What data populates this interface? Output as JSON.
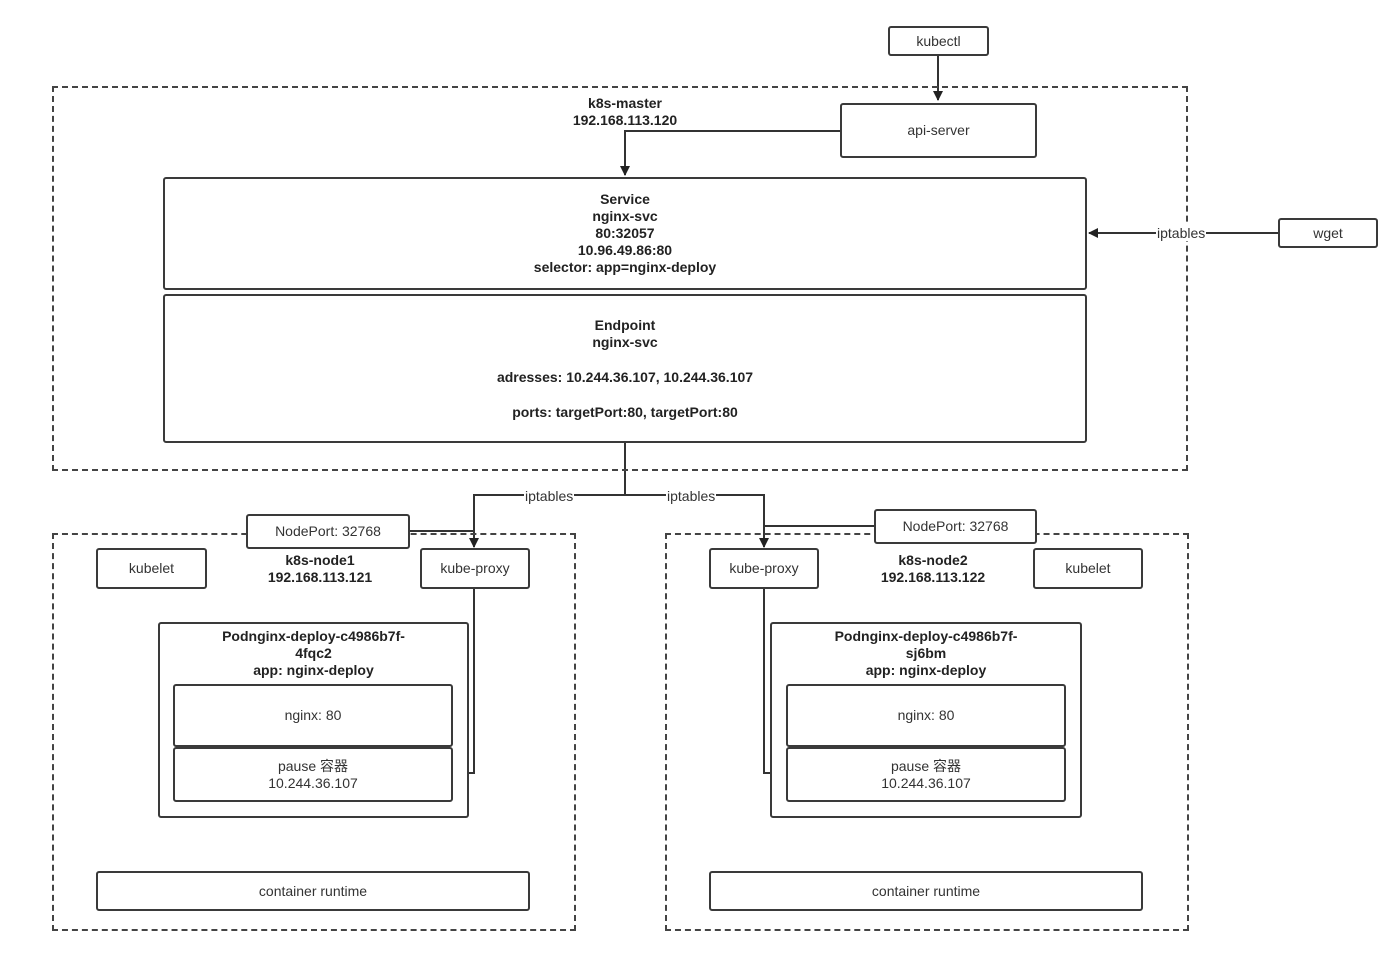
{
  "kubectl": "kubectl",
  "wget": "wget",
  "master": {
    "name": "k8s-master",
    "ip": "192.168.113.120",
    "api_server": "api-server",
    "service": {
      "title": "Service",
      "name": "nginx-svc",
      "ports": "80:32057",
      "cluster_ip": "10.96.49.86:80",
      "selector": "selector: app=nginx-deploy"
    },
    "endpoint": {
      "title": "Endpoint",
      "name": "nginx-svc",
      "addresses": "adresses: 10.244.36.107, 10.244.36.107",
      "ports": "ports: targetPort:80, targetPort:80"
    }
  },
  "links": {
    "iptables_wget": "iptables",
    "iptables_left": "iptables",
    "iptables_right": "iptables"
  },
  "node1": {
    "name": "k8s-node1",
    "ip": "192.168.113.121",
    "nodeport": "NodePort: 32768",
    "kubelet": "kubelet",
    "kube_proxy": "kube-proxy",
    "pod": {
      "title": "Podnginx-deploy-c4986b7f-",
      "title2": "4fqc2",
      "label": "app: nginx-deploy",
      "nginx": "nginx: 80",
      "pause": "pause 容器",
      "pause_ip": "10.244.36.107"
    },
    "runtime": "container runtime"
  },
  "node2": {
    "name": "k8s-node2",
    "ip": "192.168.113.122",
    "nodeport": "NodePort: 32768",
    "kubelet": "kubelet",
    "kube_proxy": "kube-proxy",
    "pod": {
      "title": "Podnginx-deploy-c4986b7f-",
      "title2": "sj6bm",
      "label": "app: nginx-deploy",
      "nginx": "nginx: 80",
      "pause": "pause 容器",
      "pause_ip": "10.244.36.107"
    },
    "runtime": "container runtime"
  }
}
